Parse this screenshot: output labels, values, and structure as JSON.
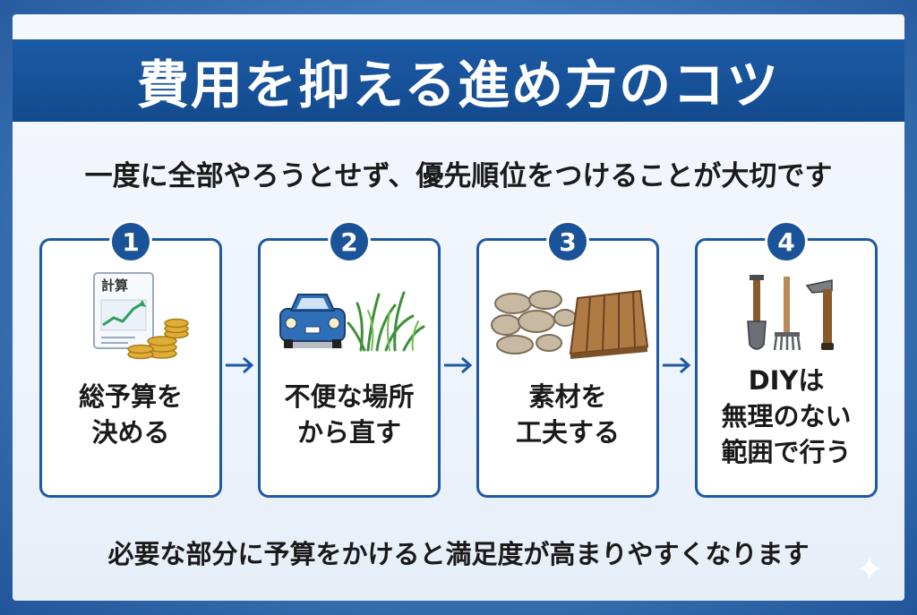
{
  "title": "費用を抑える進め方のコツ",
  "subtitle": "一度に全部やろうとせず、優先順位をつけることが大切です",
  "footer": "必要な部分に予算をかけると満足度が高まりやすくなります",
  "steps": [
    {
      "number": "1",
      "lines": [
        "総予算を",
        "決める"
      ],
      "art_text": "計算",
      "icon": "budget-calculation-icon"
    },
    {
      "number": "2",
      "lines": [
        "不便な場所",
        "から直す"
      ],
      "icon": "car-and-weeds-icon"
    },
    {
      "number": "3",
      "lines": [
        "素材を",
        "工夫する"
      ],
      "icon": "stone-and-wood-icon"
    },
    {
      "number": "4",
      "lines": [
        "DIYは",
        "無理のない",
        "範囲で行う"
      ],
      "icon": "garden-tools-icon"
    }
  ],
  "colors": {
    "brand_blue": "#1b5398",
    "card_border": "#1d5aa3",
    "background_blue": "#3d78b8"
  }
}
